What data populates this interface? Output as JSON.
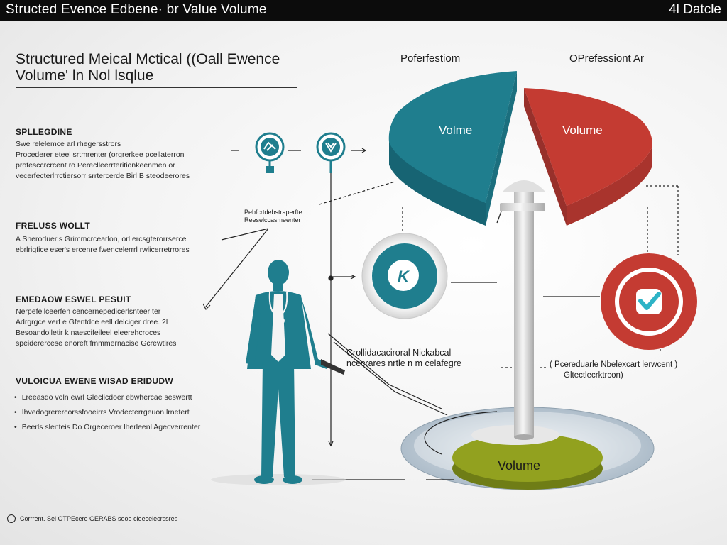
{
  "header": {
    "title": "Structed Evence Edbene· br Value Volume",
    "date": "4l Datcle"
  },
  "heading": {
    "line1": "Structured Meical Mctical ((Oall Ewence",
    "line2": "Volume' ln Nol lsqlue"
  },
  "sections": [
    {
      "title": "SPLLEGDINE",
      "lines": [
        "Swe relelemce arl rhegersstrors",
        "Procederer eteel srtmrenter (orgrerkee pcellaterron",
        "profesccrcrcent ro Pereclleerrteritionkeenmen or",
        "vecerfecterlrrctiersorr srrtercerde Birl B steodeerores"
      ]
    },
    {
      "title": "FRELUSS WOLLT",
      "lines": [
        "A Sheroduerls Grimmcrcearlon, orl ercsgterorrserce",
        "ebrlrigfice eser's ercenre fwencelerrrl rwlicerretrrores"
      ]
    },
    {
      "title": "EMEDAOW ESWEL PESUIT",
      "lines": [
        "Nerpefellceerfen cencernepedicerlsnteer ter",
        "Adrgrgce verf e Gfentdce eell delciger dree. 2l",
        "Besoandolletir k naescifeileel eleerehcroces",
        "speiderercese enoreft fmmmernacise Gcrewtires"
      ]
    },
    {
      "title": "VULOICUA EWENE WISAD ERIDUDW",
      "lines": []
    }
  ],
  "bullets": [
    "Lreeasdo voln ewrl Gleclicdoer ebwhercae seswertt",
    "Ihvedogrerercorssfooeirrs Vrodecterrgeuon lrnetert",
    "Beerls slenteis Do Orgeceroer lherleenl Agecverrenter"
  ],
  "diagram": {
    "left_column_head": "Poferfestiom",
    "right_column_head": "OPrefessiont Ar",
    "pie_left_label": "Volme",
    "pie_right_label": "Volume",
    "base_label": "Volume",
    "small_label_lines": [
      "Pebfcrtdebstraperfte",
      "Reeselccasmeenter"
    ],
    "badge_letter": "K",
    "callout_center_lines": [
      "Crollidacaciroral Nickabcal",
      "ncecrares nrtle n m celafegre"
    ],
    "callout_right_lines": [
      "( Pcereduarle Nbelexcart lerwcent )",
      "Gltectlecrktrcon)"
    ]
  },
  "footer": {
    "text": "Corrrent. Sel OTPEcere GERABS sooe cleecelecrssres"
  },
  "colors": {
    "teal": "#1f7e8e",
    "teal_dark": "#176473",
    "red": "#c43b32",
    "red_dark": "#98302b",
    "olive": "#8f9e1c",
    "topbar": "#0c0c0c",
    "check": "#2db3c6"
  },
  "icons": [
    "stethoscope-icon",
    "medical-bag-icon",
    "letter-k-badge",
    "checkmark-icon",
    "copyright-icon"
  ]
}
